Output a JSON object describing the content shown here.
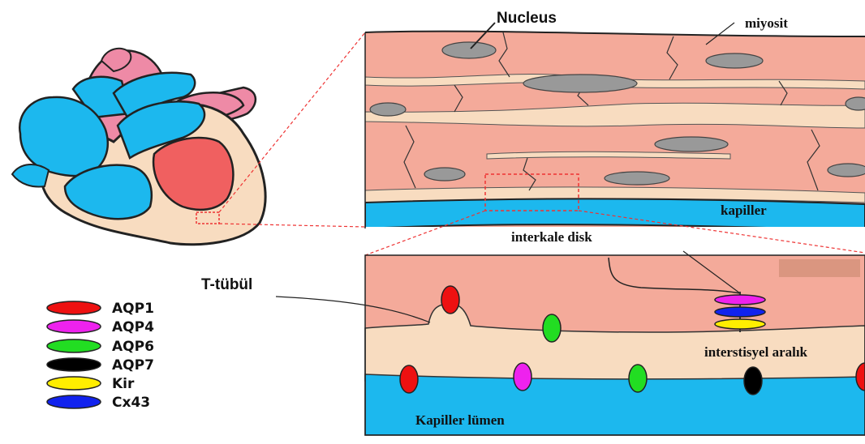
{
  "labels": {
    "nucleus": "Nucleus",
    "myocyte": "miyosit",
    "capillary": "kapiller",
    "intercalated_disc": "interkale disk",
    "t_tubule": "T-tübül",
    "interstitial_space": "interstisyel aralık",
    "capillary_lumen": "Kapiller lümen"
  },
  "legend": [
    {
      "label": "AQP1",
      "color": "#ee1111"
    },
    {
      "label": "AQP4",
      "color": "#ee22ee"
    },
    {
      "label": "AQP6",
      "color": "#22dd22"
    },
    {
      "label": "AQP7",
      "color": "#000000"
    },
    {
      "label": "Kir",
      "color": "#ffee00"
    },
    {
      "label": "Cx43",
      "color": "#1122ee"
    }
  ],
  "colors": {
    "myocyte": "#f4aa9a",
    "interstitial": "#f8dcc0",
    "capillary": "#1cb8ee",
    "heart_pink": "#ee8aa6",
    "heart_red": "#f06060",
    "heart_tissue": "#f8dcc0"
  }
}
